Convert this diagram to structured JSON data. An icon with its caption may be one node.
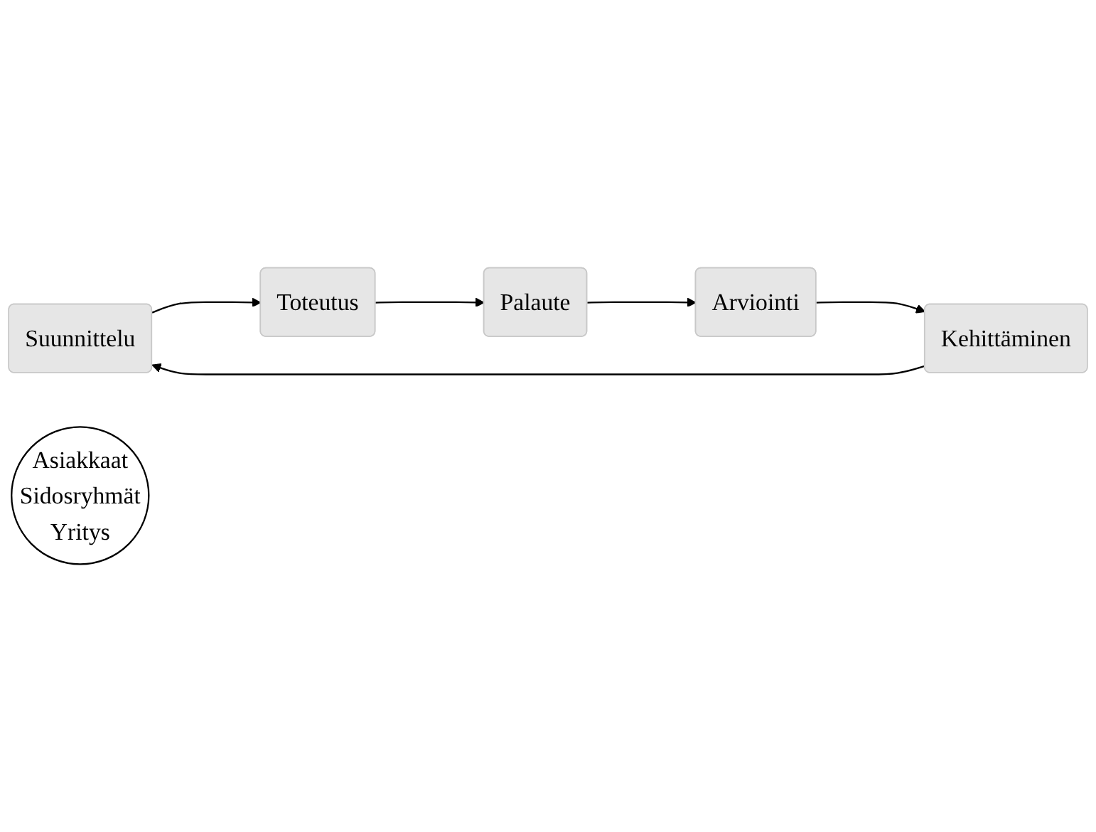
{
  "diagram": {
    "nodes": [
      {
        "text": [
          "Suunnittelu"
        ]
      },
      {
        "text": [
          "Toteutus"
        ]
      },
      {
        "text": [
          "Palaute"
        ]
      },
      {
        "text": [
          "Arviointi"
        ]
      },
      {
        "text": [
          "Kehittäminen"
        ]
      },
      {
        "text": [
          "Asiakkaat",
          "Sidosryhmät",
          "Yritys"
        ]
      }
    ],
    "edges": [
      {
        "from": 0,
        "to": 1,
        "arrow": "to"
      },
      {
        "from": 1,
        "to": 2,
        "arrow": "to"
      },
      {
        "from": 2,
        "to": 3,
        "arrow": "to"
      },
      {
        "from": 3,
        "to": 4,
        "arrow": "to"
      },
      {
        "from": 4,
        "to": 0,
        "arrow": "to"
      }
    ]
  }
}
